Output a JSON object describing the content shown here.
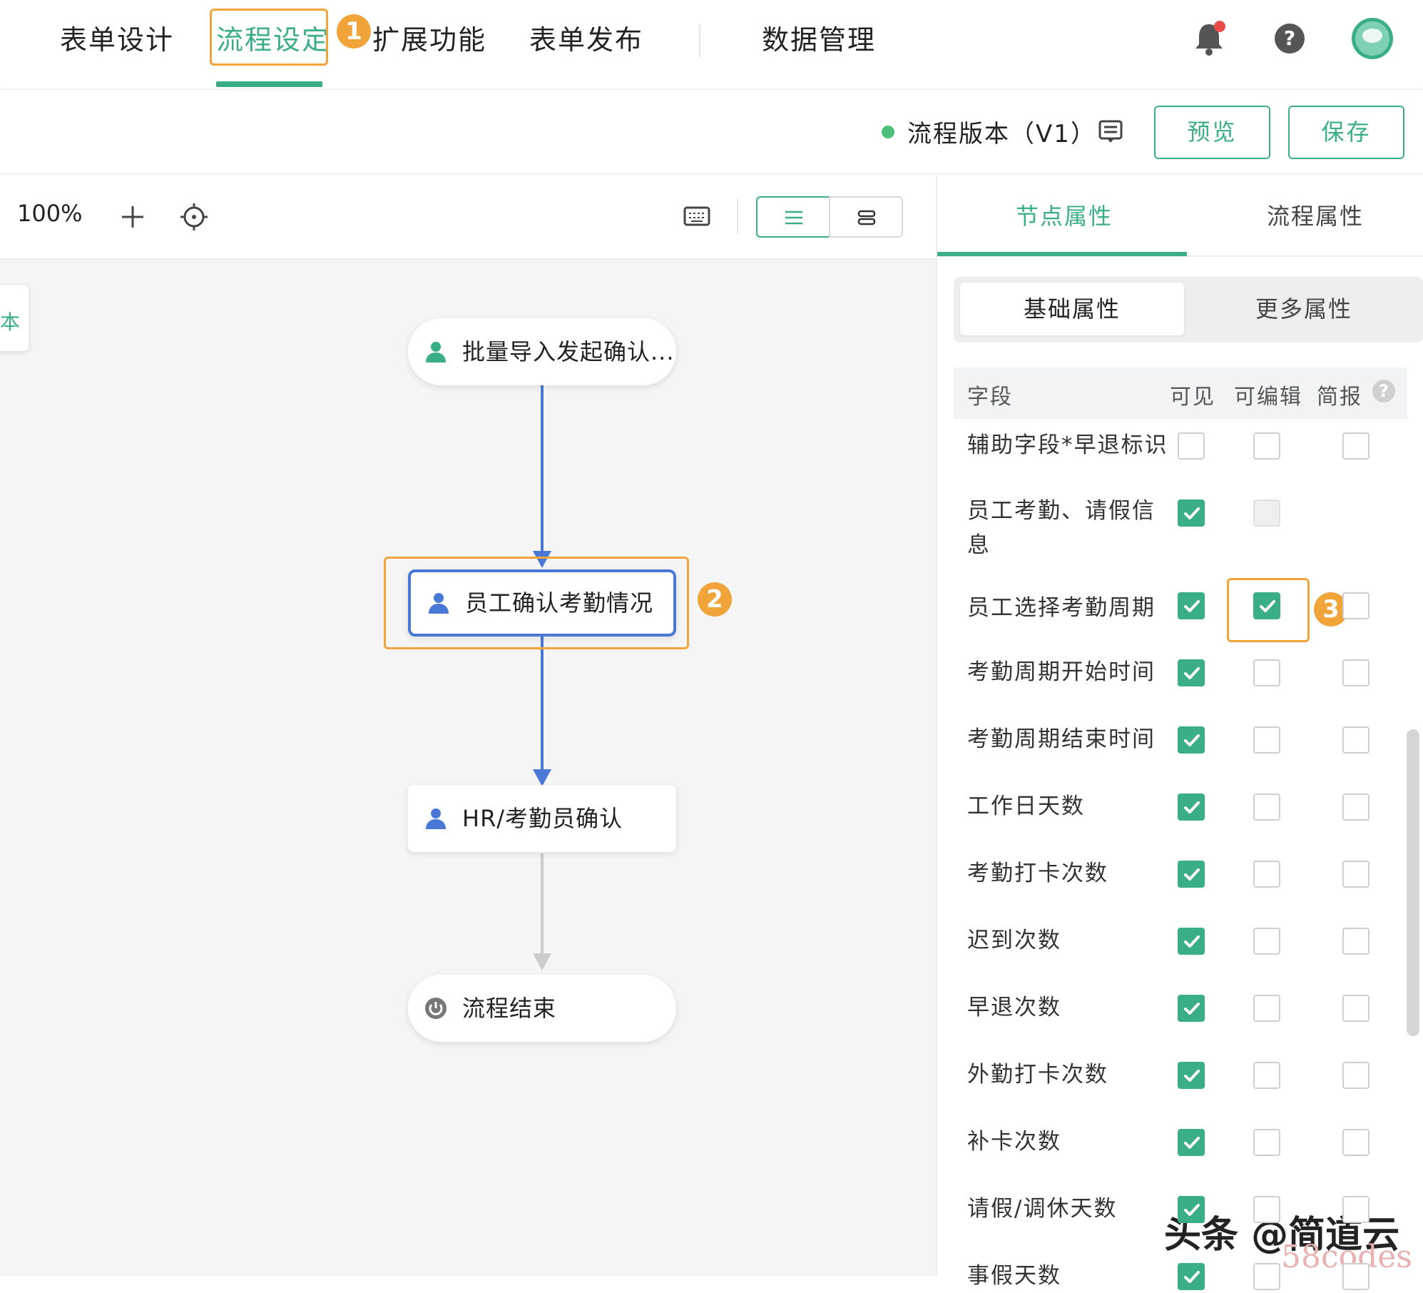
{
  "nav": {
    "tabs": [
      "表单设计",
      "流程设定",
      "扩展功能",
      "表单发布",
      "数据管理"
    ],
    "active_tab": "流程设定",
    "step_badge_1": "1",
    "icons": [
      "bell-icon",
      "help-icon",
      "avatar"
    ]
  },
  "versionbar": {
    "version_label": "流程版本（V1）",
    "preview_label": "预览",
    "save_label": "保存",
    "status_color": "#4cbf7b"
  },
  "toolbar": {
    "zoom": "100%"
  },
  "left_tab": {
    "label": "本"
  },
  "flow": {
    "nodes": [
      {
        "label": "批量导入发起确认...",
        "icon": "user-icon"
      },
      {
        "label": "员工确认考勤情况",
        "icon": "user-icon",
        "selected": true
      },
      {
        "label": "HR/考勤员确认",
        "icon": "user-icon"
      },
      {
        "label": "流程结束",
        "icon": "power-icon"
      }
    ],
    "step_badge_2": "2",
    "edge_color": "#4a78d6"
  },
  "panel": {
    "tabs": [
      "节点属性",
      "流程属性"
    ],
    "active_tab": "节点属性",
    "subtabs": [
      "基础属性",
      "更多属性"
    ],
    "active_subtab": "基础属性",
    "columns": [
      "字段",
      "可见",
      "可编辑",
      "简报"
    ],
    "help": "?",
    "step_badge_3": "3",
    "rows": [
      {
        "label": "辅助字段*早退标识",
        "visible": false,
        "editable": false,
        "brief": false
      },
      {
        "label": "员工考勤、请假信息",
        "visible": true,
        "editable": "disabled",
        "brief": null
      },
      {
        "label": "员工选择考勤周期",
        "visible": true,
        "editable": true,
        "brief": false
      },
      {
        "label": "考勤周期开始时间",
        "visible": true,
        "editable": false,
        "brief": false
      },
      {
        "label": "考勤周期结束时间",
        "visible": true,
        "editable": false,
        "brief": false
      },
      {
        "label": "工作日天数",
        "visible": true,
        "editable": false,
        "brief": false
      },
      {
        "label": "考勤打卡次数",
        "visible": true,
        "editable": false,
        "brief": false
      },
      {
        "label": "迟到次数",
        "visible": true,
        "editable": false,
        "brief": false
      },
      {
        "label": "早退次数",
        "visible": true,
        "editable": false,
        "brief": false
      },
      {
        "label": "外勤打卡次数",
        "visible": true,
        "editable": false,
        "brief": false
      },
      {
        "label": "补卡次数",
        "visible": true,
        "editable": false,
        "brief": false
      },
      {
        "label": "请假/调休天数",
        "visible": true,
        "editable": false,
        "brief": false
      },
      {
        "label": "事假天数",
        "visible": true,
        "editable": false,
        "brief": false
      }
    ]
  },
  "watermark": {
    "text": "头条 @简道云",
    "sub": "58codes"
  },
  "colors": {
    "accent": "#3aae86",
    "highlight": "#f0a43a",
    "node_border": "#4a78d6"
  }
}
